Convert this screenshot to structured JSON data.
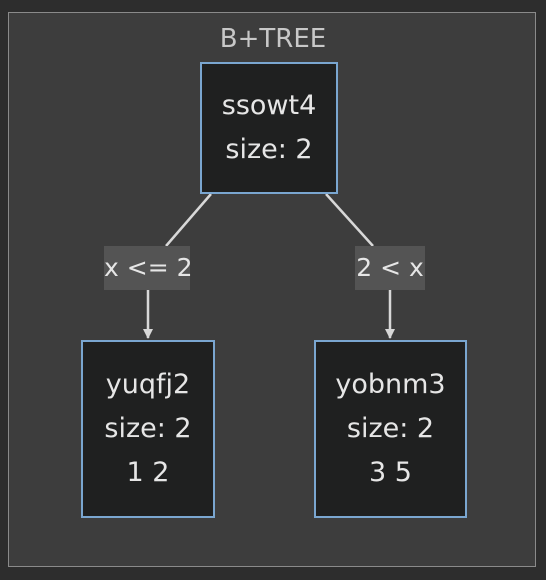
{
  "title": "B+TREE",
  "nodes": {
    "root": {
      "name": "ssowt4",
      "size": "size: 2",
      "keys": ""
    },
    "left": {
      "name": "yuqfj2",
      "size": "size: 2",
      "keys": "1 2"
    },
    "right": {
      "name": "yobnm3",
      "size": "size: 2",
      "keys": "3 5"
    }
  },
  "edges": {
    "left": {
      "label": "x <= 2"
    },
    "right": {
      "label": "2 < x"
    }
  },
  "colors": {
    "background": "#2d2d2d",
    "frame_fill": "#3d3d3d",
    "node_fill": "#1f2020",
    "node_border": "#7aa6d0",
    "edge_label_fill": "#545454",
    "text": "#e6e6e6",
    "edge_line": "#d8d8d8"
  }
}
